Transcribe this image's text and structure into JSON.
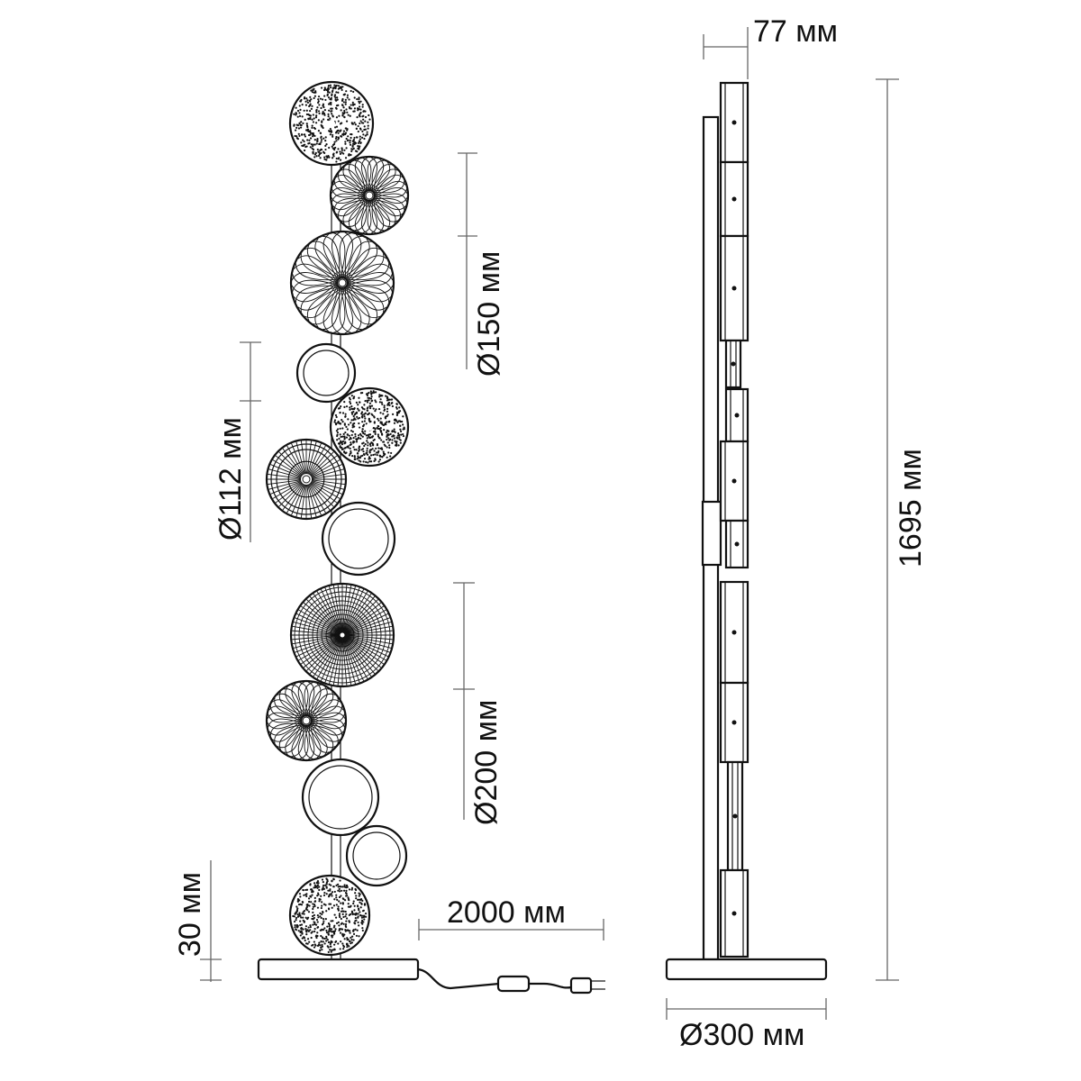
{
  "dimensions": {
    "depth": "77 мм",
    "height": "1695 мм",
    "base_diameter": "Ø300 мм",
    "cable_length": "2000 мм",
    "base_height": "30 мм",
    "shade_small": "Ø112 мм",
    "shade_medium": "Ø150 мм",
    "shade_large": "Ø200 мм"
  },
  "colors": {
    "line": "#111111",
    "dimension": "#666666",
    "background": "#ffffff"
  }
}
